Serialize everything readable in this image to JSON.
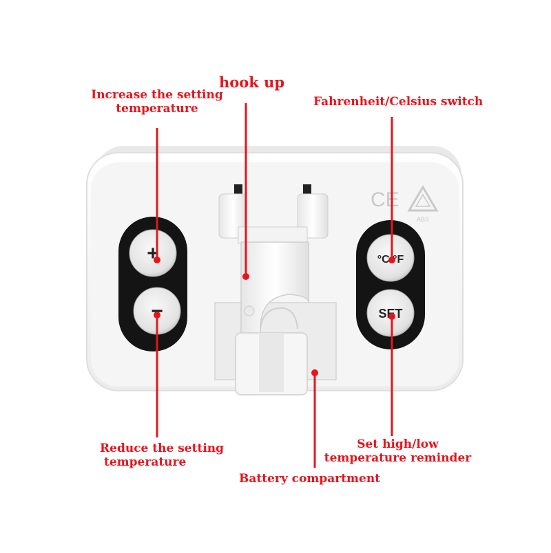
{
  "annotations": {
    "hook_up": "hook up",
    "increase_line1": "Increase the setting",
    "increase_line2": "temperature",
    "fc_switch": "Fahrenheit/Celsius switch",
    "reduce_line1": "Reduce the setting",
    "reduce_line2": "temperature",
    "battery": "Battery compartment",
    "set_line1": "Set high/low",
    "set_line2": "temperature reminder"
  },
  "device": {
    "plus_symbol": "+",
    "minus_symbol": "−",
    "unit_button": "°C/°F",
    "set_button": "SET",
    "ce_mark": "CE",
    "abs_mark": "ABS"
  },
  "colors": {
    "annotation": "#e8141b",
    "casing": "#f4f4f4",
    "button_panel": "#141414",
    "button_face": "#e6e6e6"
  }
}
